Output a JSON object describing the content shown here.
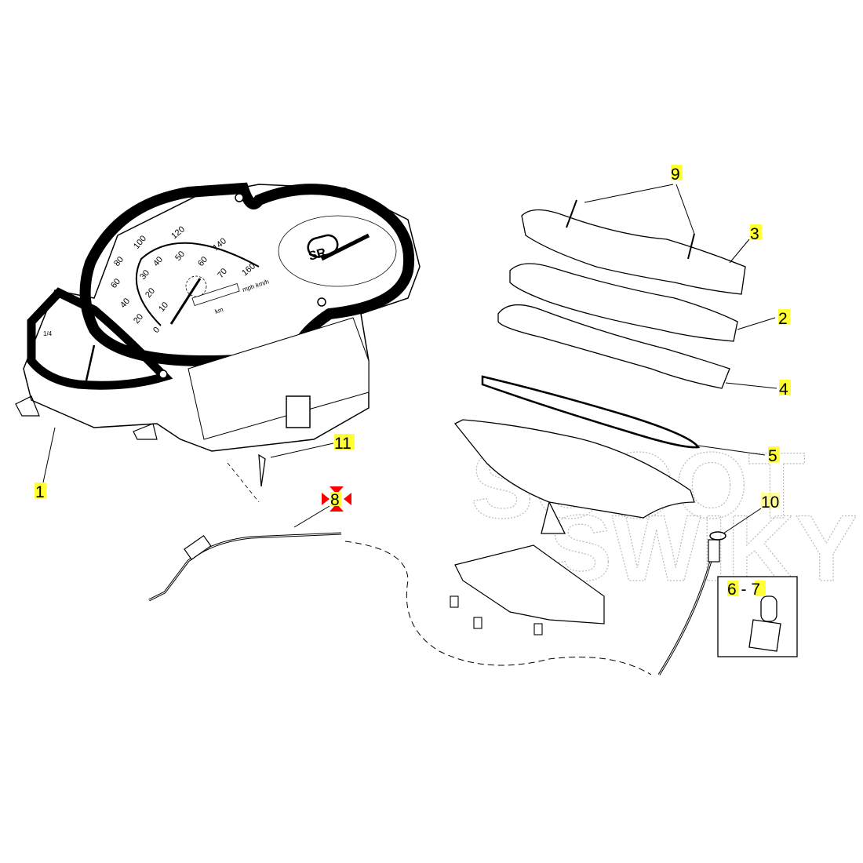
{
  "title": "Instrument cluster exploded parts diagram",
  "colors": {
    "highlight": "#ffff33",
    "marker": "#ff0000",
    "line": "#000000"
  },
  "watermark": [
    "SCOOT",
    "SWIKY"
  ],
  "callouts": [
    {
      "id": "1",
      "text": "1"
    },
    {
      "id": "2",
      "text": "2"
    },
    {
      "id": "3",
      "text": "3"
    },
    {
      "id": "4",
      "text": "4"
    },
    {
      "id": "5",
      "text": "5"
    },
    {
      "id": "6-7",
      "text": "6 - 7"
    },
    {
      "id": "8",
      "text": "8"
    },
    {
      "id": "9",
      "text": "9"
    },
    {
      "id": "10",
      "text": "10"
    },
    {
      "id": "11",
      "text": "11"
    }
  ],
  "gauge": {
    "kmh_ticks": [
      "0",
      "20",
      "40",
      "60",
      "80",
      "100",
      "120",
      "140",
      "160"
    ],
    "mph_ticks": [
      "10",
      "20",
      "30",
      "40",
      "50",
      "60",
      "70"
    ],
    "unit_label": "mph km/h",
    "odometer_label": "km",
    "logo": "SR",
    "fuel_label": "1/4"
  }
}
